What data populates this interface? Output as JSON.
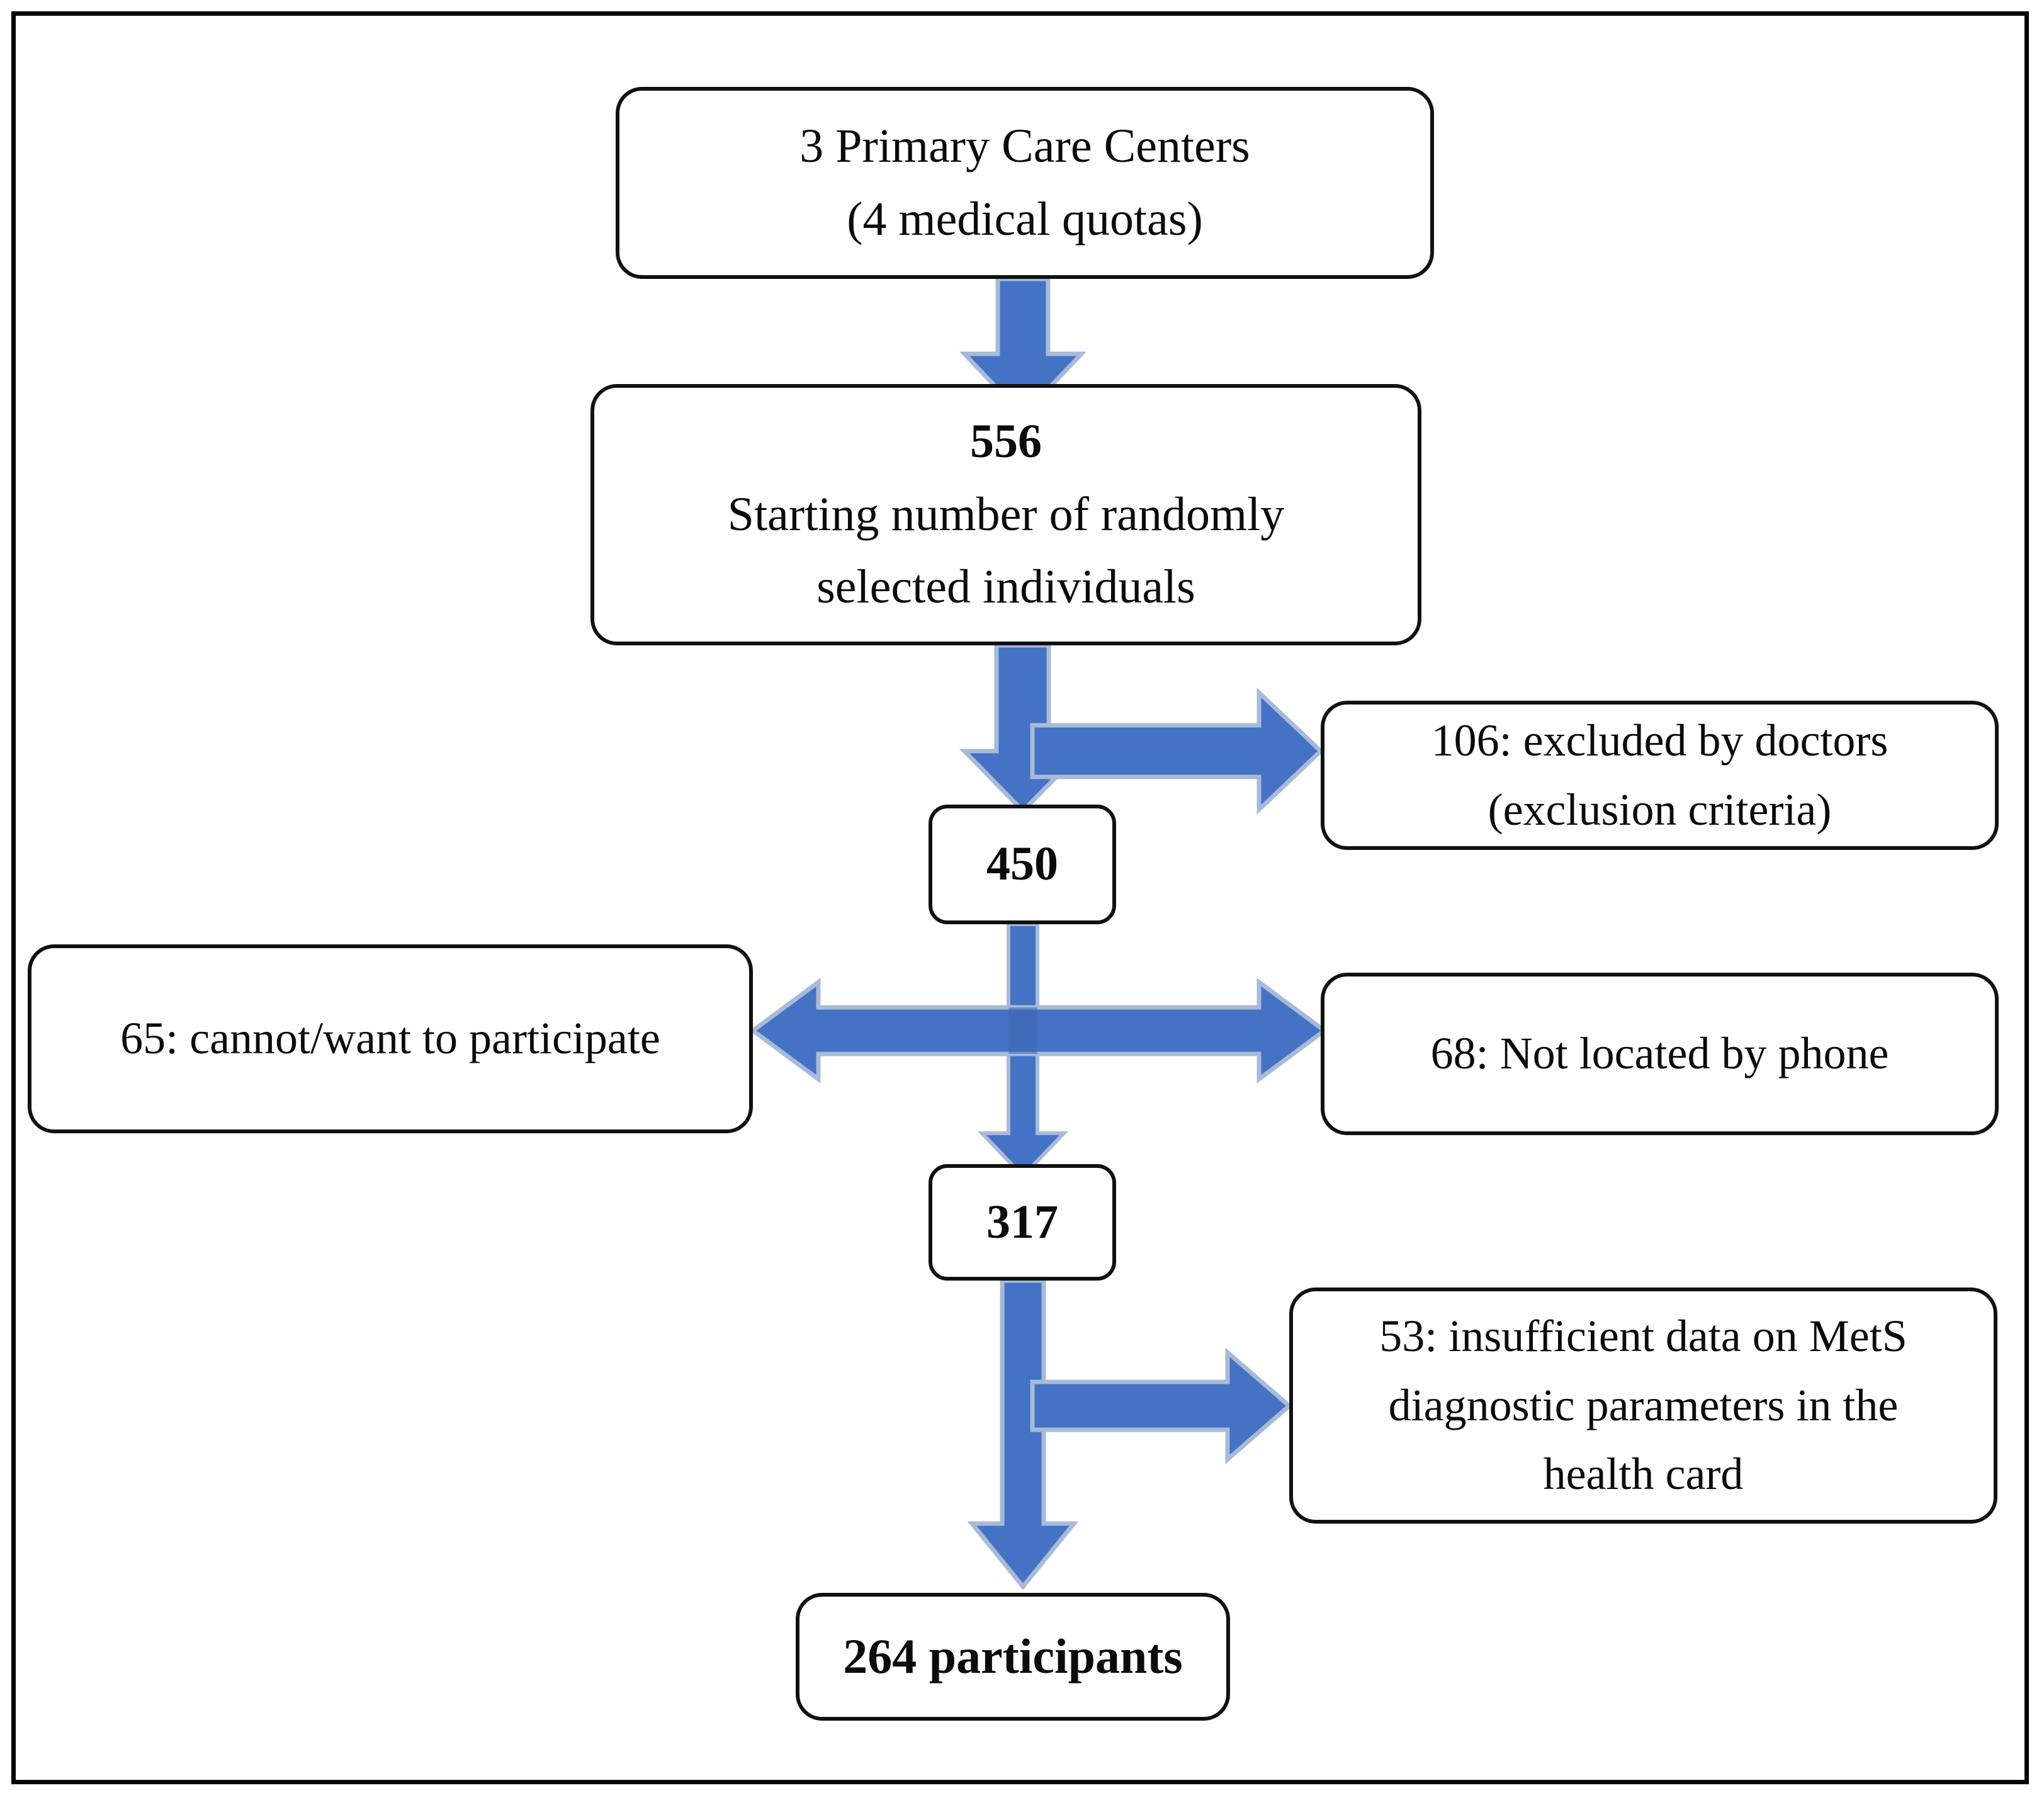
{
  "diagram": {
    "type": "flowchart",
    "title": "Participant selection flow",
    "accent_color": "#4472C4",
    "arrow_outline_color": "#A8BAD8",
    "box_border_color": "#111111",
    "background_color": "#FFFFFF",
    "nodes": [
      {
        "id": "centers",
        "lines": [
          "3 Primary Care Centers",
          "(4 medical quotas)"
        ],
        "bold": [
          false,
          false
        ]
      },
      {
        "id": "starting",
        "lines": [
          "556",
          "Starting number of randomly",
          "selected individuals"
        ],
        "bold": [
          true,
          false,
          false
        ]
      },
      {
        "id": "excluded",
        "lines": [
          "106: excluded by doctors",
          "(exclusion criteria)"
        ],
        "bold": [
          false,
          false
        ]
      },
      {
        "id": "n450",
        "lines": [
          "450"
        ],
        "bold": [
          true
        ]
      },
      {
        "id": "cannot",
        "lines": [
          "65: cannot/want to participate"
        ],
        "bold": [
          false
        ]
      },
      {
        "id": "notfound",
        "lines": [
          "68: Not located by phone"
        ],
        "bold": [
          false
        ]
      },
      {
        "id": "n317",
        "lines": [
          "317"
        ],
        "bold": [
          true
        ]
      },
      {
        "id": "insufficient",
        "lines": [
          "53: insufficient data on MetS",
          "diagnostic parameters in the",
          "health card"
        ],
        "bold": [
          false,
          false,
          false
        ]
      },
      {
        "id": "participants",
        "lines": [
          "264 participants"
        ],
        "bold": [
          true
        ]
      }
    ],
    "edges": [
      {
        "from": "centers",
        "to": "starting",
        "direction": "down",
        "style": "thick"
      },
      {
        "from": "starting",
        "to": "n450",
        "direction": "down",
        "style": "thick"
      },
      {
        "from": "starting",
        "to": "excluded",
        "direction": "right",
        "style": "thick"
      },
      {
        "from": "n450",
        "to": "n317",
        "direction": "down",
        "style": "thin"
      },
      {
        "from": "n450",
        "to": "cannot",
        "direction": "left",
        "style": "thick"
      },
      {
        "from": "n450",
        "to": "notfound",
        "direction": "right",
        "style": "thick"
      },
      {
        "from": "n317",
        "to": "participants",
        "direction": "down",
        "style": "thick"
      },
      {
        "from": "n317",
        "to": "insufficient",
        "direction": "right",
        "style": "thick"
      }
    ]
  },
  "nodes": {
    "centers": {
      "line1": "3 Primary Care Centers",
      "line2": "(4 medical quotas)"
    },
    "starting": {
      "count": "556",
      "line1": "Starting number of randomly",
      "line2": "selected individuals"
    },
    "excluded": {
      "line1": "106: excluded by doctors",
      "line2": "(exclusion criteria)"
    },
    "n450": {
      "count": "450"
    },
    "cannot": {
      "line1": "65: cannot/want to participate"
    },
    "notfound": {
      "line1": "68: Not located by phone"
    },
    "n317": {
      "count": "317"
    },
    "insufficient": {
      "line1": "53: insufficient data on MetS",
      "line2": "diagnostic parameters in the",
      "line3": "health card"
    },
    "participants": {
      "count": "264 participants"
    }
  }
}
